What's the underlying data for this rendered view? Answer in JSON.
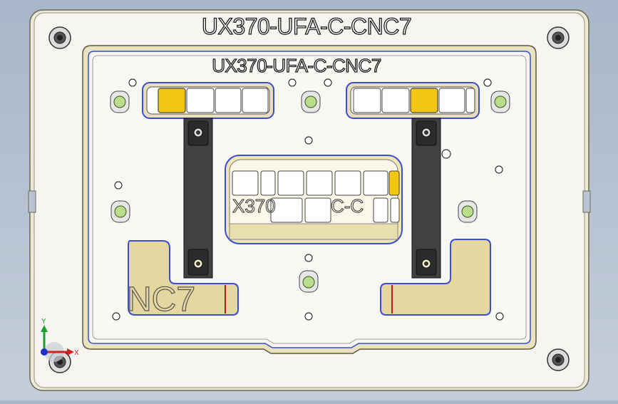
{
  "viewport": {
    "background_top": "#a9b6c9",
    "background_bottom": "#c4cedb"
  },
  "part": {
    "outer_label": "UX370-UFA-C-CNC7",
    "inner_label": "UX370-UFA-C-CNC7",
    "engraved_left": "NC7",
    "engraved_center_a": "X370",
    "engraved_center_b": "C-C",
    "colors": {
      "plate": "#f4f3ef",
      "edge": "#8a8a6a",
      "pocket_tan": "#e4d7a0",
      "pad_yellow": "#f3c614",
      "clamp_dark": "#3f4142",
      "bolt_green": "#b9dd8a",
      "highlight_blue": "#3a4fd0"
    }
  },
  "triad": {
    "y_label": "Y",
    "x_label": "X",
    "colors": {
      "y": "#1f9e2e",
      "x": "#d02020",
      "z": "#2030d0"
    }
  }
}
